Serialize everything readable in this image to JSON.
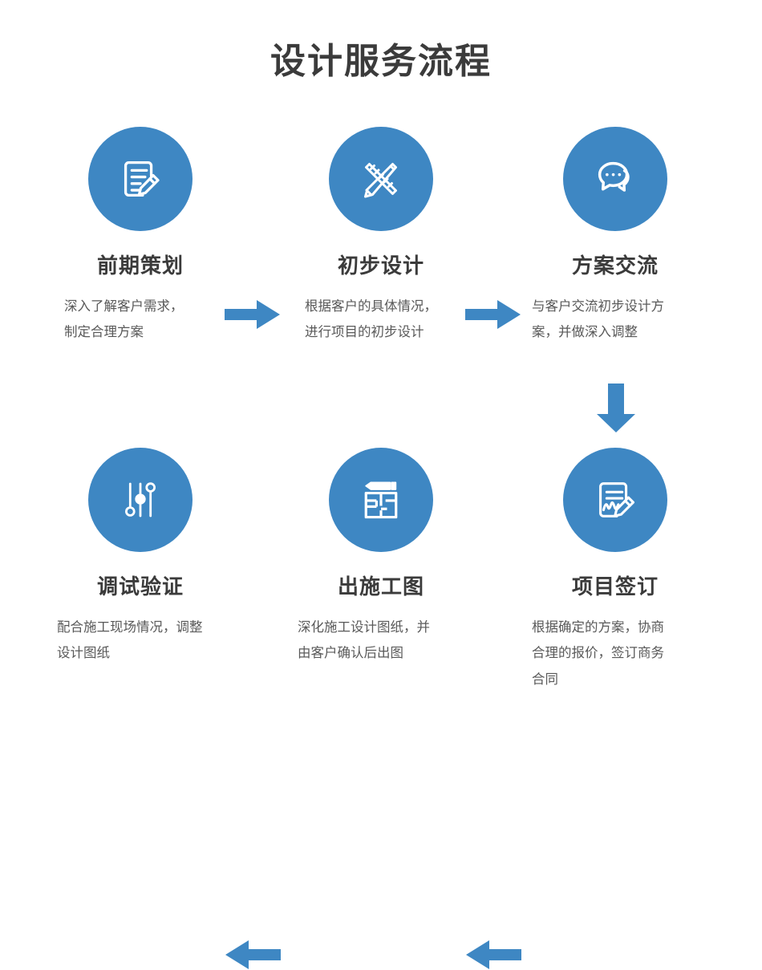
{
  "header": {
    "title": "设计服务流程"
  },
  "theme": {
    "accent": "#3e87c3",
    "title_color": "#3b3b3b",
    "body_color": "#595959",
    "background": "#ffffff"
  },
  "flow": {
    "top_row": [
      {
        "icon": "document-pencil-icon",
        "title": "前期策划",
        "desc_lines": [
          "深入了解客户需求，",
          "制定合理方案"
        ]
      },
      {
        "icon": "ruler-pencil-cross-icon",
        "title": "初步设计",
        "desc_lines": [
          "根据客户的具体情况，",
          "进行项目的初步设计"
        ]
      },
      {
        "icon": "chat-bubbles-icon",
        "title": "方案交流",
        "desc_lines": [
          "与客户交流初步设计方",
          "案，并做深入调整"
        ]
      }
    ],
    "bottom_row": [
      {
        "icon": "sliders-icon",
        "title": "调试验证",
        "desc_lines": [
          "配合施工现场情况，调整",
          "设计图纸"
        ]
      },
      {
        "icon": "floorplan-pencil-icon",
        "title": "出施工图",
        "desc_lines": [
          "深化施工设计图纸，并",
          "由客户确认后出图"
        ]
      },
      {
        "icon": "contract-signature-icon",
        "title": "项目签订",
        "desc_lines": [
          "根据确定的方案，协商",
          "合理的报价，签订商务",
          "合同"
        ]
      }
    ],
    "connectors": [
      {
        "name": "arrow-right-1",
        "direction": "right"
      },
      {
        "name": "arrow-right-2",
        "direction": "right"
      },
      {
        "name": "arrow-down-1",
        "direction": "down"
      },
      {
        "name": "arrow-left-1",
        "direction": "left"
      },
      {
        "name": "arrow-left-2",
        "direction": "left"
      }
    ]
  }
}
